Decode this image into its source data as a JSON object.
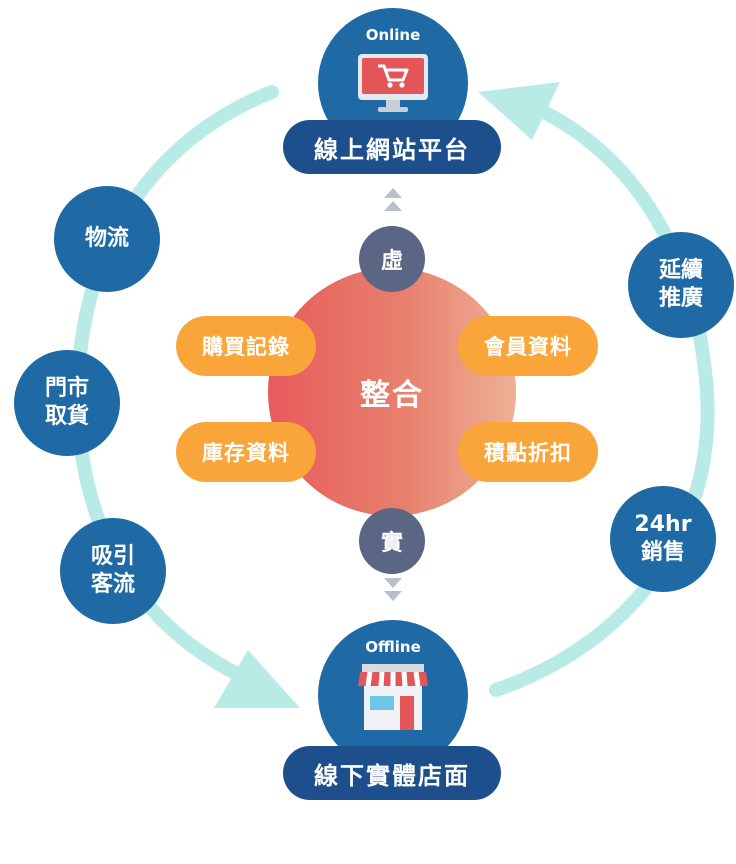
{
  "colors": {
    "ring": "#b9ebe6",
    "blue_node": "#1f6aa5",
    "banner": "#1c4f8c",
    "hub_gradient_start": "#e85b5c",
    "hub_gradient_end": "#eeb096",
    "pill": "#f9a53a",
    "small_node": "#5b6685"
  },
  "top": {
    "tag": "Online",
    "icon": "shopping-cart-monitor-icon",
    "banner": "線上網站平台"
  },
  "bottom": {
    "tag": "Offline",
    "icon": "storefront-icon",
    "banner": "線下實體店面"
  },
  "hub": {
    "label": "整合",
    "virtual": "虛",
    "real": "實"
  },
  "pills": {
    "purchase_records": "購買記錄",
    "member_data": "會員資料",
    "inventory_data": "庫存資料",
    "points_discount": "積點折扣"
  },
  "left": {
    "logistics": "物流",
    "store_pickup": "門市\n取貨",
    "attract_traffic": "吸引\n客流"
  },
  "right": {
    "extend_promotion": "延續\n推廣",
    "sales_24hr": "24hr\n銷售"
  }
}
